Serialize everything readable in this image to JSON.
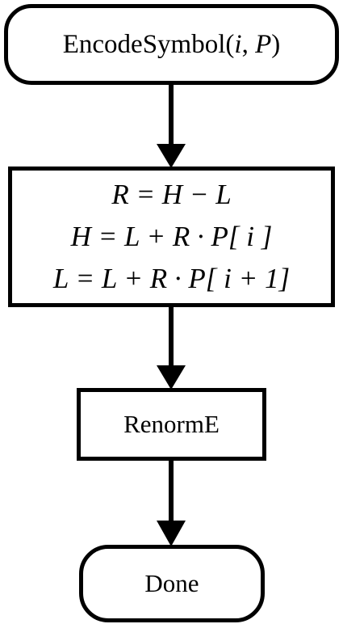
{
  "diagram": {
    "start": {
      "func": "EncodeSymbol(",
      "arg1": "i",
      "sep": ", ",
      "arg2": "P",
      "close": ")"
    },
    "process": {
      "lines": [
        "R = H − L",
        "H = L + R · P[ i ]",
        "L = L + R · P[ i + 1]"
      ]
    },
    "renorm": {
      "label": "RenormE"
    },
    "end": {
      "label": "Done"
    }
  }
}
